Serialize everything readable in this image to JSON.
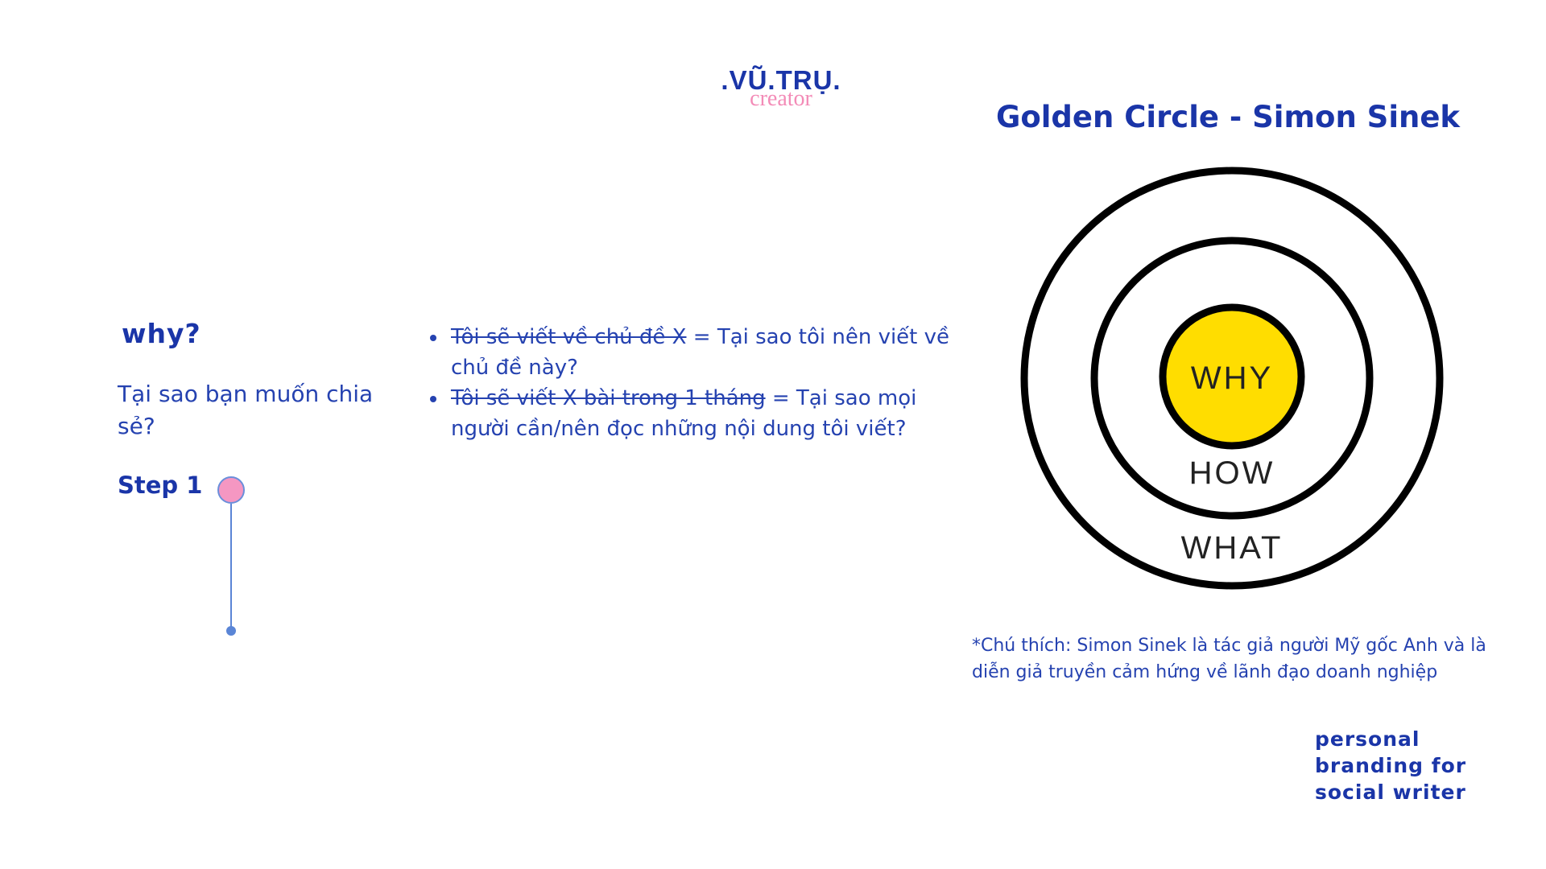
{
  "logo": {
    "main": ".VŨ.TRỤ.",
    "sub": "creator"
  },
  "left": {
    "heading": "why?",
    "question": "Tại sao bạn muốn chia sẻ?",
    "step_label": "Step 1"
  },
  "bullets": [
    {
      "struck": "Tôi sẽ viết về chủ đề X",
      "rest": " = Tại sao tôi nên viết về chủ đề này?"
    },
    {
      "struck": "Tôi sẽ viết X bài trong 1 tháng",
      "rest": " = Tại sao mọi người cần/nên đọc những nội dung tôi viết?"
    }
  ],
  "golden_circle": {
    "title": "Golden Circle - Simon Sinek",
    "inner_label": "WHY",
    "middle_label": "HOW",
    "outer_label": "WHAT",
    "inner_color": "#ffdd00"
  },
  "footnote": "*Chú thích: Simon Sinek là tác giả người Mỹ gốc Anh và là diễn giả truyền cảm hứng về lãnh đạo doanh nghiệp",
  "tagline": "personal branding for social writer",
  "colors": {
    "primary": "#1a35a8",
    "accent_pink": "#f38bb7",
    "timeline": "#5a85d6"
  }
}
